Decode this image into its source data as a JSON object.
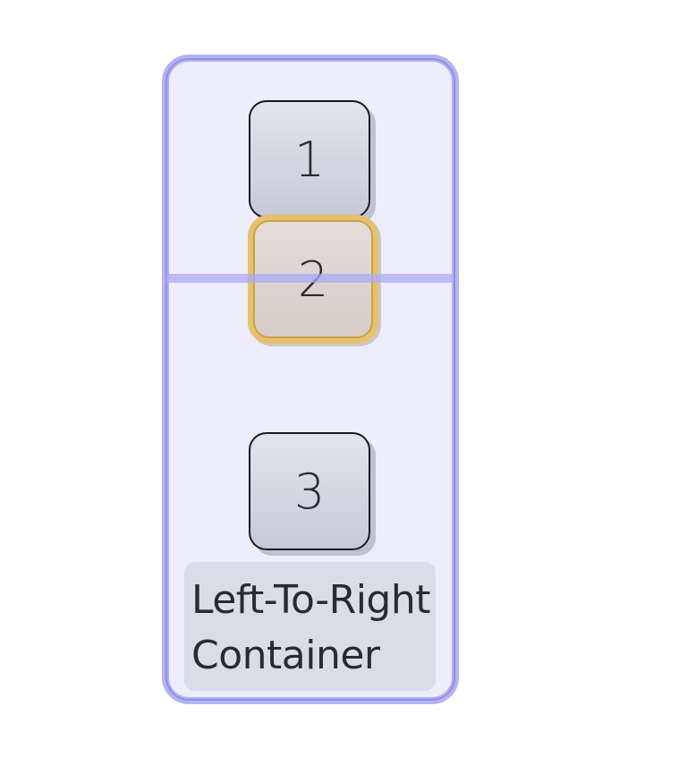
{
  "diagram": {
    "nodes": [
      {
        "id": "1",
        "label": "1",
        "state": "normal"
      },
      {
        "id": "2",
        "label": "2",
        "state": "dragging"
      },
      {
        "id": "3",
        "label": "3",
        "state": "normal"
      }
    ],
    "container": {
      "label_lines": [
        "Left-To-Right",
        "Container"
      ]
    },
    "colors": {
      "container_fill": "#ededfc",
      "container_border": "#b3b3f2",
      "node_fill": "#d6d6e4",
      "dragging_border": "#e6c16d",
      "drop_indicator": "#aaaaf5",
      "label_fill": "#dcdce8"
    }
  }
}
